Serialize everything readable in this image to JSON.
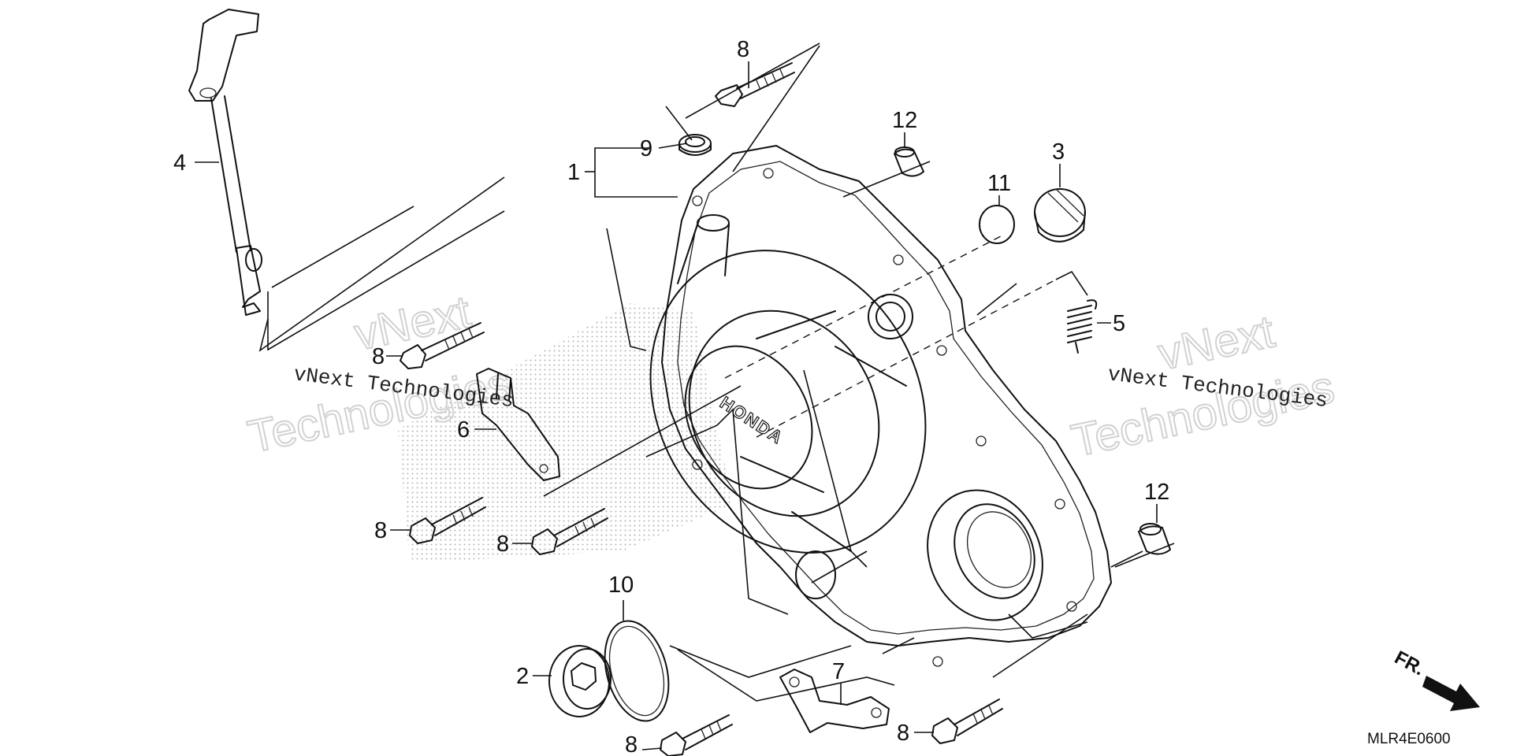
{
  "callouts": {
    "c1": "1",
    "c2": "2",
    "c3": "3",
    "c4": "4",
    "c5": "5",
    "c6": "6",
    "c7": "7",
    "c8": "8",
    "c9": "9",
    "c10": "10",
    "c11": "11",
    "c12": "12"
  },
  "cover_logo_text": "HONDA",
  "watermark": {
    "line": "vNext Technologies",
    "word1": "vNext",
    "word2": "Technologies"
  },
  "direction_label": "FR.",
  "diagram_code": "MLR4E0600"
}
